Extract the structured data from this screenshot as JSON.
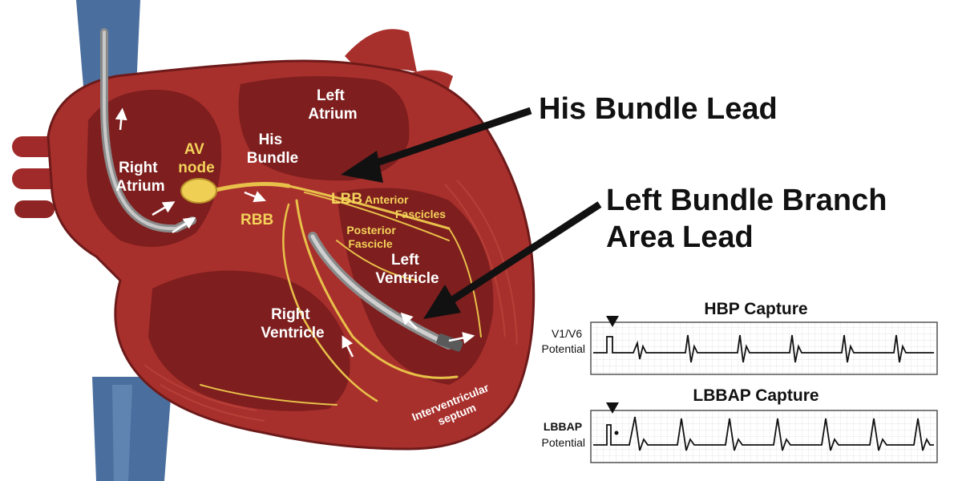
{
  "labels": {
    "right_atrium": [
      "Right",
      "Atrium"
    ],
    "av_node": [
      "AV",
      "node"
    ],
    "his_bundle": [
      "His",
      "Bundle"
    ],
    "left_atrium": [
      "Left",
      "Atrium"
    ],
    "lbb": "LBB",
    "anterior_fascicles": [
      "Anterior",
      "Fascicles"
    ],
    "rbb": "RBB",
    "posterior_fascicle": [
      "Posterior",
      "Fascicle"
    ],
    "left_ventricle": [
      "Left",
      "Ventricle"
    ],
    "right_ventricle": [
      "Right",
      "Ventricle"
    ],
    "interventricular_septum": [
      "Interventricular",
      "septum"
    ]
  },
  "callouts": {
    "his_bundle_lead": "His Bundle Lead",
    "lbbap_lead": [
      "Left Bundle Branch",
      "Area Lead"
    ]
  },
  "ecg": {
    "hbp": {
      "title": "HBP Capture",
      "side": [
        "V1/V6",
        "Potential"
      ]
    },
    "lbbap": {
      "title": "LBBAP Capture",
      "side": [
        "LBBAP",
        "Potential"
      ]
    }
  },
  "colors": {
    "myocardium": "#a8302c",
    "chamber": "#7e1e1e",
    "conduction": "#e8c14a",
    "vein": "#4a6f9e",
    "lead": "#9a9a9a"
  }
}
